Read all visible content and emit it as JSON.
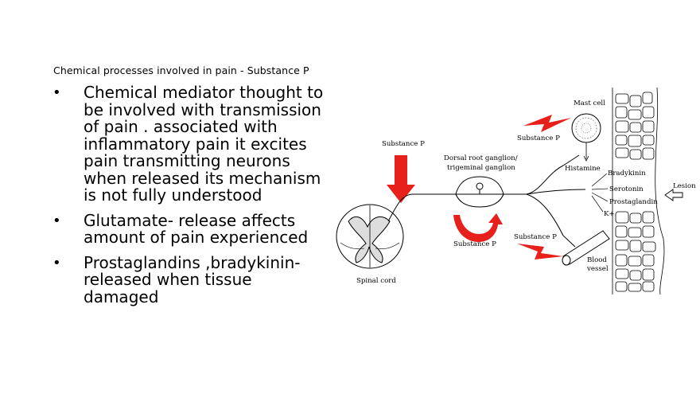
{
  "slide": {
    "title": "Chemical processes involved in pain - Substance P",
    "bullets": [
      "Chemical mediator thought to be involved with transmission of pain . associated with inflammatory pain it excites pain transmitting neurons when released its mechanism is not fully understood",
      "Glutamate- release affects amount of pain experienced",
      "Prostaglandins ,bradykinin- released when tissue damaged"
    ],
    "bullet_glyph": "•"
  },
  "figure": {
    "labels": {
      "substance_p_top": "Substance P",
      "dorsal_root_1": "Dorsal root ganglion/",
      "dorsal_root_2": "trigeminal ganglion",
      "substance_p_bottom": "Substance P",
      "spinal_cord": "Spinal cord",
      "mast_cell": "Mast cell",
      "substance_p_mast": "Substance P",
      "histamine": "Histamine",
      "bradykinin": "Bradykinin",
      "serotonin": "Serotonin",
      "prostaglandin": "Prostaglandin",
      "potassium": "K+",
      "substance_p_vessel": "Substance P",
      "blood_vessel_1": "Blood",
      "blood_vessel_2": "vessel",
      "lesion": "Lesion"
    },
    "colors": {
      "arrow_red": "#e8201c",
      "line": "#000000"
    }
  }
}
